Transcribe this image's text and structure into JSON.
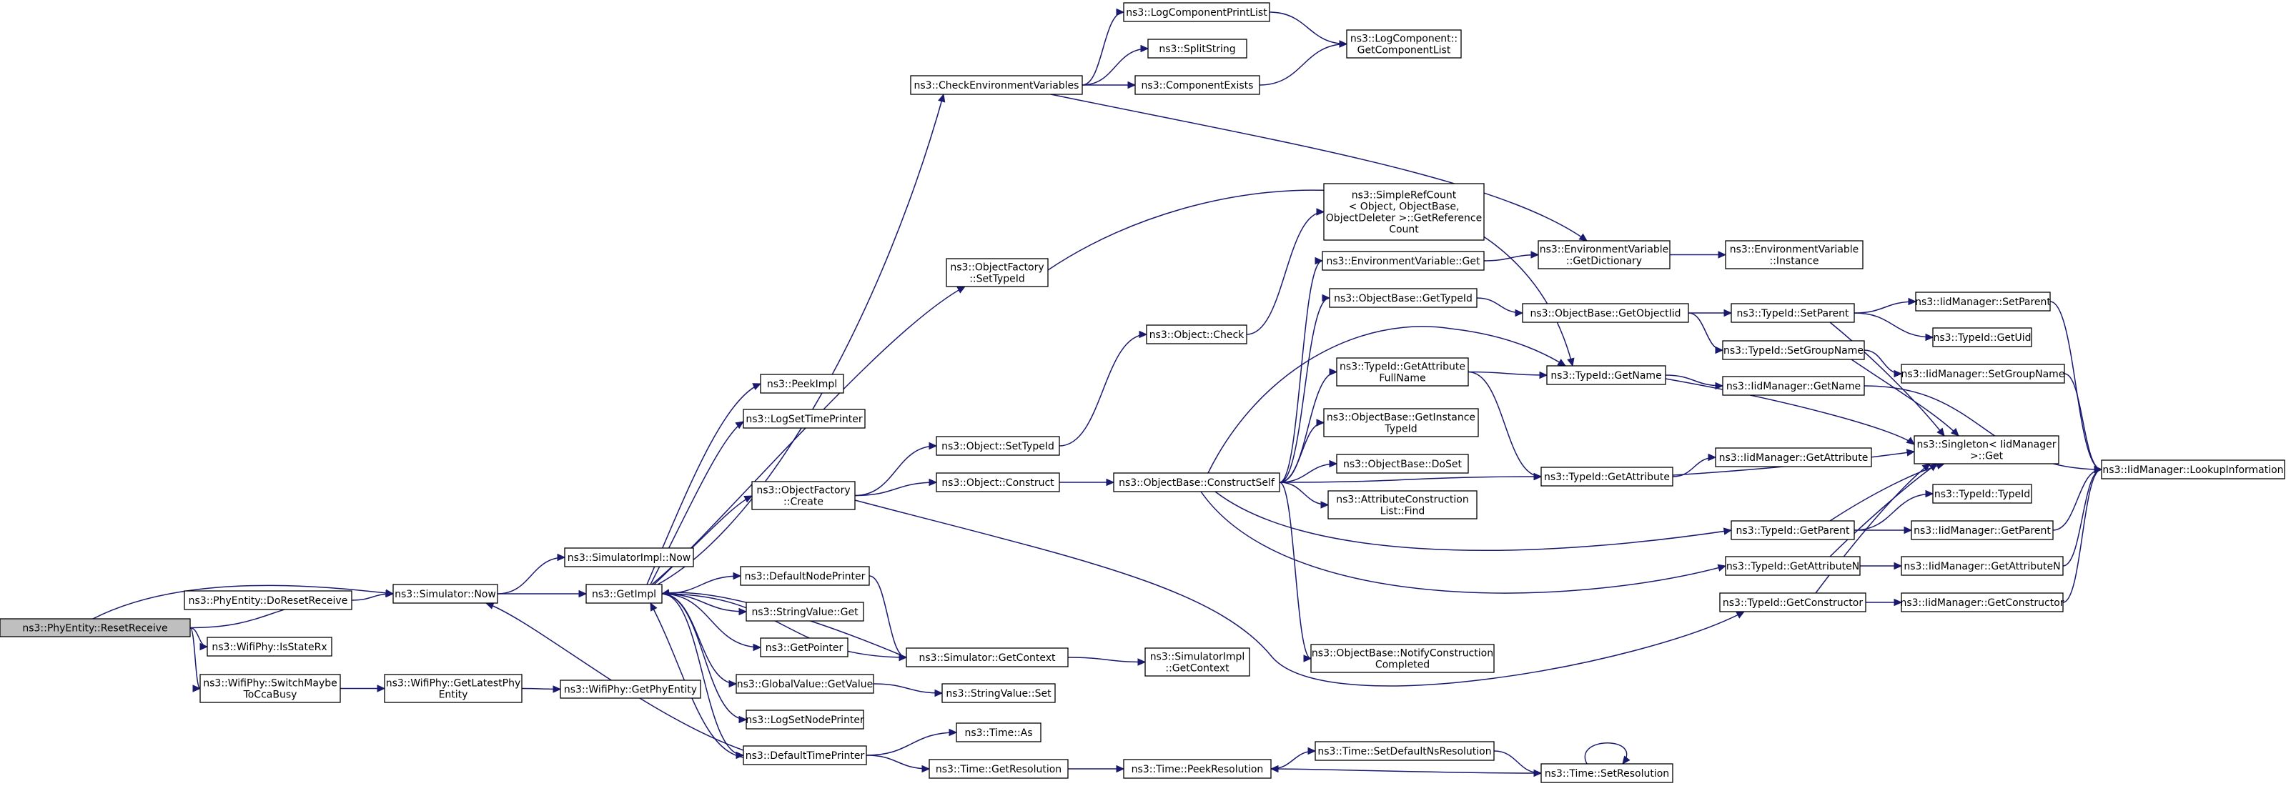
{
  "nodes": [
    {
      "id": "root",
      "lines": [
        "ns3::PhyEntity::ResetReceive"
      ],
      "root": true
    },
    {
      "id": "doreset",
      "lines": [
        "ns3::PhyEntity::DoResetReceive"
      ]
    },
    {
      "id": "isstaterx",
      "lines": [
        "ns3::WifiPhy::IsStateRx"
      ]
    },
    {
      "id": "switchmaybe",
      "lines": [
        "ns3::WifiPhy::SwitchMaybe",
        "ToCcaBusy"
      ]
    },
    {
      "id": "getlatest",
      "lines": [
        "ns3::WifiPhy::GetLatestPhy",
        "Entity"
      ]
    },
    {
      "id": "getphyentity",
      "lines": [
        "ns3::WifiPhy::GetPhyEntity"
      ]
    },
    {
      "id": "simnow",
      "lines": [
        "ns3::Simulator::Now"
      ]
    },
    {
      "id": "simimplnow",
      "lines": [
        "ns3::SimulatorImpl::Now"
      ]
    },
    {
      "id": "getimpl",
      "lines": [
        "ns3::GetImpl"
      ]
    },
    {
      "id": "peekimpl",
      "lines": [
        "ns3::PeekImpl"
      ]
    },
    {
      "id": "logsettime",
      "lines": [
        "ns3::LogSetTimePrinter"
      ]
    },
    {
      "id": "ofcreate",
      "lines": [
        "ns3::ObjectFactory",
        "::Create"
      ]
    },
    {
      "id": "defnode",
      "lines": [
        "ns3::DefaultNodePrinter"
      ]
    },
    {
      "id": "strget",
      "lines": [
        "ns3::StringValue::Get"
      ]
    },
    {
      "id": "getpointer",
      "lines": [
        "ns3::GetPointer"
      ]
    },
    {
      "id": "gvget",
      "lines": [
        "ns3::GlobalValue::GetValue"
      ]
    },
    {
      "id": "logsetnode",
      "lines": [
        "ns3::LogSetNodePrinter"
      ]
    },
    {
      "id": "deftime",
      "lines": [
        "ns3::DefaultTimePrinter"
      ]
    },
    {
      "id": "checkenv",
      "lines": [
        "ns3::CheckEnvironmentVariables"
      ]
    },
    {
      "id": "ofsettypeid",
      "lines": [
        "ns3::ObjectFactory",
        "::SetTypeId"
      ]
    },
    {
      "id": "objsettypeid",
      "lines": [
        "ns3::Object::SetTypeId"
      ]
    },
    {
      "id": "objconstruct",
      "lines": [
        "ns3::Object::Construct"
      ]
    },
    {
      "id": "simgetctx",
      "lines": [
        "ns3::Simulator::GetContext"
      ]
    },
    {
      "id": "strset",
      "lines": [
        "ns3::StringValue::Set"
      ]
    },
    {
      "id": "timeas",
      "lines": [
        "ns3::Time::As"
      ]
    },
    {
      "id": "timegetres",
      "lines": [
        "ns3::Time::GetResolution"
      ]
    },
    {
      "id": "logcomplist",
      "lines": [
        "ns3::LogComponentPrintList"
      ]
    },
    {
      "id": "splitstr",
      "lines": [
        "ns3::SplitString"
      ]
    },
    {
      "id": "compexists",
      "lines": [
        "ns3::ComponentExists"
      ]
    },
    {
      "id": "objcheck",
      "lines": [
        "ns3::Object::Check"
      ]
    },
    {
      "id": "obconstructself",
      "lines": [
        "ns3::ObjectBase::ConstructSelf"
      ]
    },
    {
      "id": "simimplgetctx",
      "lines": [
        "ns3::SimulatorImpl",
        "::GetContext"
      ]
    },
    {
      "id": "timepeekres",
      "lines": [
        "ns3::Time::PeekResolution"
      ]
    },
    {
      "id": "logcompget",
      "lines": [
        "ns3::LogComponent::",
        "GetComponentList"
      ]
    },
    {
      "id": "simplerefcount",
      "lines": [
        "ns3::SimpleRefCount",
        "< Object, ObjectBase,",
        "ObjectDeleter >::GetReference",
        "Count"
      ]
    },
    {
      "id": "envget",
      "lines": [
        "ns3::EnvironmentVariable::Get"
      ]
    },
    {
      "id": "obgettypeid",
      "lines": [
        "ns3::ObjectBase::GetTypeId"
      ]
    },
    {
      "id": "tidgetattrfull",
      "lines": [
        "ns3::TypeId::GetAttribute",
        "FullName"
      ]
    },
    {
      "id": "obgetinst",
      "lines": [
        "ns3::ObjectBase::GetInstance",
        "TypeId"
      ]
    },
    {
      "id": "obdoset",
      "lines": [
        "ns3::ObjectBase::DoSet"
      ]
    },
    {
      "id": "attrfind",
      "lines": [
        "ns3::AttributeConstruction",
        "List::Find"
      ]
    },
    {
      "id": "obnotify",
      "lines": [
        "ns3::ObjectBase::NotifyConstruction",
        "Completed"
      ]
    },
    {
      "id": "timesetdef",
      "lines": [
        "ns3::Time::SetDefaultNsResolution"
      ]
    },
    {
      "id": "envgetdict",
      "lines": [
        "ns3::EnvironmentVariable",
        "::GetDictionary"
      ]
    },
    {
      "id": "obgetobjtid",
      "lines": [
        "ns3::ObjectBase::GetObjectIid"
      ]
    },
    {
      "id": "tidgetname",
      "lines": [
        "ns3::TypeId::GetName"
      ]
    },
    {
      "id": "tidgetattr",
      "lines": [
        "ns3::TypeId::GetAttribute"
      ]
    },
    {
      "id": "timesetres",
      "lines": [
        "ns3::Time::SetResolution"
      ]
    },
    {
      "id": "envinst",
      "lines": [
        "ns3::EnvironmentVariable",
        "::Instance"
      ]
    },
    {
      "id": "tidsetparent",
      "lines": [
        "ns3::TypeId::SetParent"
      ]
    },
    {
      "id": "tidsetgroup",
      "lines": [
        "ns3::TypeId::SetGroupName"
      ]
    },
    {
      "id": "iidgetname",
      "lines": [
        "ns3::IidManager::GetName"
      ]
    },
    {
      "id": "iidgetattr",
      "lines": [
        "ns3::IidManager::GetAttribute"
      ]
    },
    {
      "id": "tidgetparent",
      "lines": [
        "ns3::TypeId::GetParent"
      ]
    },
    {
      "id": "tidgetattrn",
      "lines": [
        "ns3::TypeId::GetAttributeN"
      ]
    },
    {
      "id": "tidgetctor",
      "lines": [
        "ns3::TypeId::GetConstructor"
      ]
    },
    {
      "id": "iidsetparent",
      "lines": [
        "ns3::IidManager::SetParent"
      ]
    },
    {
      "id": "tidgetuid",
      "lines": [
        "ns3::TypeId::GetUid"
      ]
    },
    {
      "id": "iidsetgroup",
      "lines": [
        "ns3::IidManager::SetGroupName"
      ]
    },
    {
      "id": "singleton",
      "lines": [
        "ns3::Singleton< IidManager",
        ">::Get"
      ]
    },
    {
      "id": "tidtypeid",
      "lines": [
        "ns3::TypeId::TypeId"
      ]
    },
    {
      "id": "iidgetparent",
      "lines": [
        "ns3::IidManager::GetParent"
      ]
    },
    {
      "id": "iidgetattrn",
      "lines": [
        "ns3::IidManager::GetAttributeN"
      ]
    },
    {
      "id": "iidgetctor",
      "lines": [
        "ns3::IidManager::GetConstructor"
      ]
    },
    {
      "id": "iidlookup",
      "lines": [
        "ns3::IidManager::LookupInformation"
      ]
    }
  ],
  "edges": [
    [
      "root",
      "doreset"
    ],
    [
      "root",
      "isstaterx"
    ],
    [
      "root",
      "switchmaybe"
    ],
    [
      "root",
      "simnow"
    ],
    [
      "doreset",
      "simnow"
    ],
    [
      "switchmaybe",
      "getlatest"
    ],
    [
      "getlatest",
      "getphyentity"
    ],
    [
      "simnow",
      "simimplnow"
    ],
    [
      "simnow",
      "getimpl"
    ],
    [
      "getimpl",
      "peekimpl"
    ],
    [
      "getimpl",
      "logsettime"
    ],
    [
      "getimpl",
      "ofcreate"
    ],
    [
      "getimpl",
      "defnode"
    ],
    [
      "getimpl",
      "strget"
    ],
    [
      "getimpl",
      "getpointer"
    ],
    [
      "getimpl",
      "gvget"
    ],
    [
      "getimpl",
      "logsetnode"
    ],
    [
      "getimpl",
      "deftime"
    ],
    [
      "getimpl",
      "checkenv"
    ],
    [
      "getimpl",
      "ofsettypeid"
    ],
    [
      "getimpl",
      "simgetctx"
    ],
    [
      "deftime",
      "simnow"
    ],
    [
      "deftime",
      "getimpl"
    ],
    [
      "defnode",
      "simgetctx"
    ],
    [
      "simgetctx",
      "getimpl"
    ],
    [
      "simgetctx",
      "simimplgetctx"
    ],
    [
      "gvget",
      "strset"
    ],
    [
      "deftime",
      "timeas"
    ],
    [
      "deftime",
      "timegetres"
    ],
    [
      "timegetres",
      "timepeekres"
    ],
    [
      "timepeekres",
      "timesetdef"
    ],
    [
      "timesetdef",
      "timesetres"
    ],
    [
      "timesetres",
      "timepeekres"
    ],
    [
      "timesetres",
      "timesetres"
    ],
    [
      "checkenv",
      "logcomplist"
    ],
    [
      "checkenv",
      "splitstr"
    ],
    [
      "checkenv",
      "compexists"
    ],
    [
      "checkenv",
      "envgetdict"
    ],
    [
      "logcomplist",
      "logcompget"
    ],
    [
      "compexists",
      "logcompget"
    ],
    [
      "ofsettypeid",
      "tidgetname"
    ],
    [
      "ofcreate",
      "objsettypeid"
    ],
    [
      "ofcreate",
      "objconstruct"
    ],
    [
      "ofcreate",
      "tidgetctor"
    ],
    [
      "objsettypeid",
      "objcheck"
    ],
    [
      "objconstruct",
      "obconstructself"
    ],
    [
      "objcheck",
      "simplerefcount"
    ],
    [
      "obconstructself",
      "envget"
    ],
    [
      "obconstructself",
      "obgettypeid"
    ],
    [
      "obconstructself",
      "tidgetattrfull"
    ],
    [
      "obconstructself",
      "obgetinst"
    ],
    [
      "obconstructself",
      "obdoset"
    ],
    [
      "obconstructself",
      "attrfind"
    ],
    [
      "obconstructself",
      "obnotify"
    ],
    [
      "obconstructself",
      "tidgetname"
    ],
    [
      "obconstructself",
      "tidgetattr"
    ],
    [
      "obconstructself",
      "tidgetparent"
    ],
    [
      "obconstructself",
      "tidgetattrn"
    ],
    [
      "envget",
      "envgetdict"
    ],
    [
      "envgetdict",
      "envinst"
    ],
    [
      "obgettypeid",
      "obgetobjtid"
    ],
    [
      "obgetobjtid",
      "tidsetparent"
    ],
    [
      "obgetobjtid",
      "tidsetgroup"
    ],
    [
      "tidgetattrfull",
      "tidgetname"
    ],
    [
      "tidgetattrfull",
      "tidgetattr"
    ],
    [
      "tidgetname",
      "iidgetname"
    ],
    [
      "tidgetname",
      "singleton"
    ],
    [
      "tidgetattr",
      "iidgetattr"
    ],
    [
      "tidgetattr",
      "singleton"
    ],
    [
      "tidsetparent",
      "iidsetparent"
    ],
    [
      "tidsetparent",
      "tidgetuid"
    ],
    [
      "tidsetparent",
      "singleton"
    ],
    [
      "tidsetgroup",
      "iidsetgroup"
    ],
    [
      "tidsetgroup",
      "singleton"
    ],
    [
      "tidgetparent",
      "tidtypeid"
    ],
    [
      "tidgetparent",
      "iidgetparent"
    ],
    [
      "tidgetparent",
      "singleton"
    ],
    [
      "tidgetattrn",
      "iidgetattrn"
    ],
    [
      "tidgetattrn",
      "singleton"
    ],
    [
      "tidgetctor",
      "iidgetctor"
    ],
    [
      "tidgetctor",
      "singleton"
    ],
    [
      "iidsetparent",
      "iidlookup"
    ],
    [
      "iidsetgroup",
      "iidlookup"
    ],
    [
      "iidgetname",
      "iidlookup"
    ],
    [
      "iidgetparent",
      "iidlookup"
    ],
    [
      "iidgetattrn",
      "iidlookup"
    ],
    [
      "iidgetctor",
      "iidlookup"
    ]
  ]
}
